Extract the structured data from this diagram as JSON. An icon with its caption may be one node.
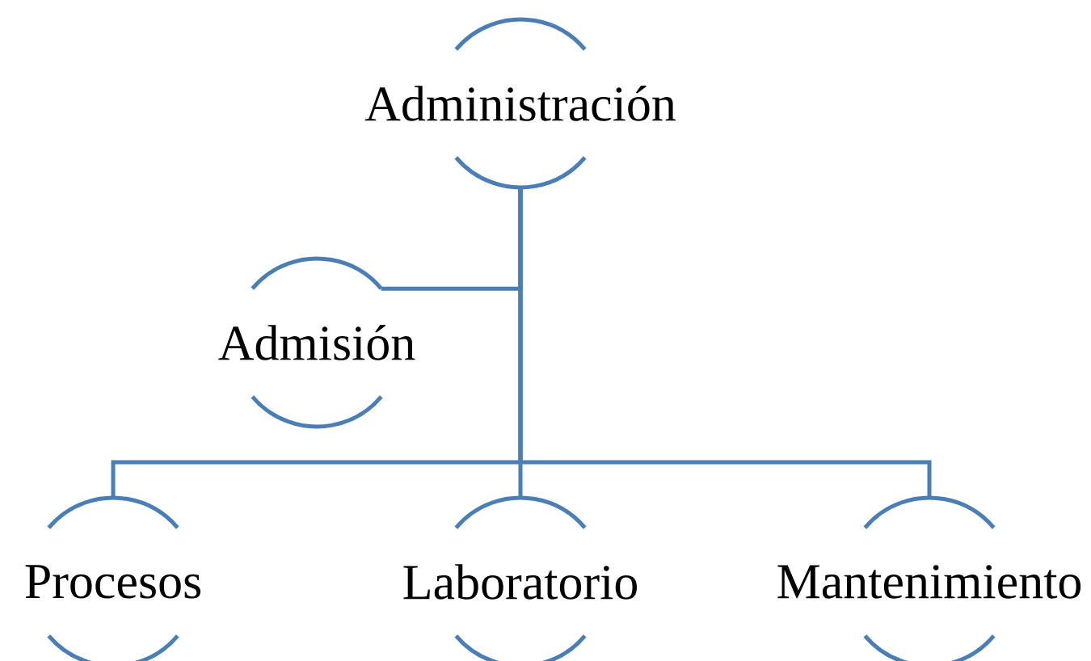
{
  "diagram": {
    "nodes": [
      {
        "text": [
          "Administración"
        ]
      },
      {
        "text": [
          "Admisión"
        ]
      },
      {
        "text": [
          "Procesos"
        ]
      },
      {
        "text": [
          "Laboratorio"
        ]
      },
      {
        "text": [
          "Mantenimiento"
        ]
      }
    ],
    "edges": [
      {
        "from": 0,
        "to": 1,
        "arrow": "none"
      },
      {
        "from": 0,
        "to": 2,
        "arrow": "none"
      },
      {
        "from": 0,
        "to": 3,
        "arrow": "none"
      },
      {
        "from": 0,
        "to": 4,
        "arrow": "none"
      }
    ]
  }
}
